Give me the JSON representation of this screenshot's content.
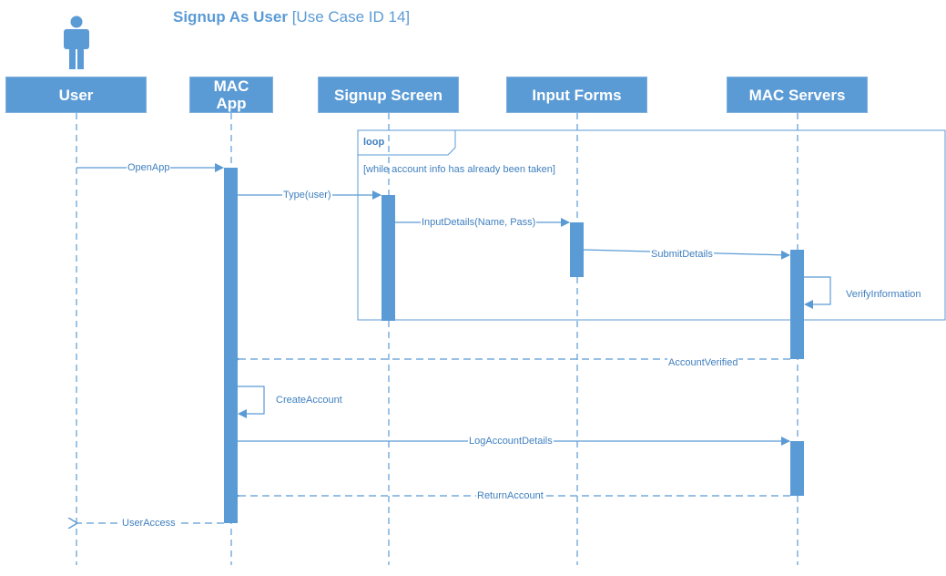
{
  "title": {
    "bold": "Signup As User",
    "light": "[Use Case ID 14]"
  },
  "lifelines": [
    {
      "id": "user",
      "label": "User"
    },
    {
      "id": "mac-app",
      "label": "MAC\nApp"
    },
    {
      "id": "signup-screen",
      "label": "Signup Screen"
    },
    {
      "id": "input-forms",
      "label": "Input Forms"
    },
    {
      "id": "mac-servers",
      "label": "MAC Servers"
    }
  ],
  "loop": {
    "label": "loop",
    "guard": "[while account info has already been taken]"
  },
  "messages": {
    "open_app": "OpenApp",
    "type_user": "Type(user)",
    "input_details": "InputDetails(Name, Pass)",
    "submit_details": "SubmitDetails",
    "verify_information": "VerifyInformation",
    "account_verified": "AccountVerified",
    "create_account": "CreateAccount",
    "log_account_details": "LogAccountDetails",
    "return_account": "ReturnAccount",
    "user_access": "UserAccess"
  },
  "colors": {
    "primary": "#5b9bd5",
    "line": "#5b9bd5",
    "text": "#3f7fbf"
  }
}
